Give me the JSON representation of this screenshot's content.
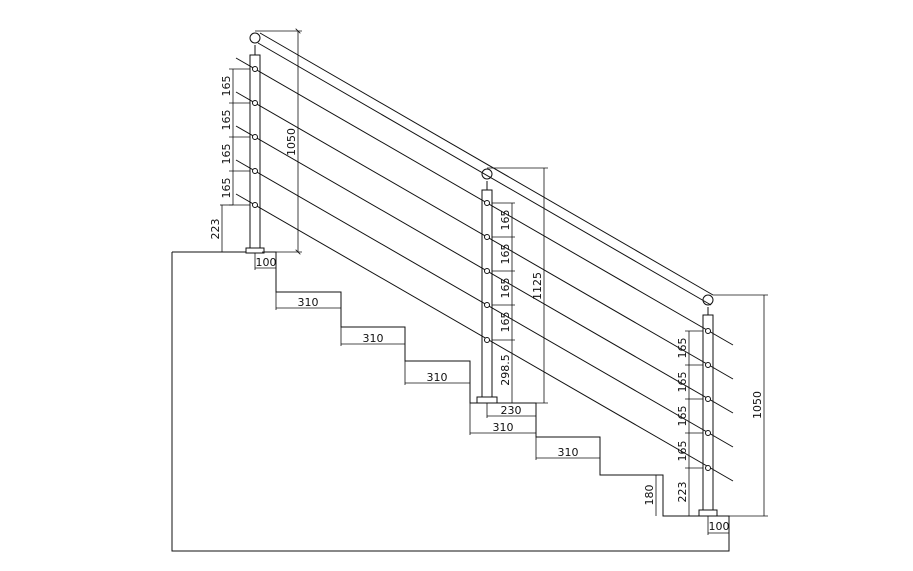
{
  "drawing": {
    "line_color": "#111111",
    "background": "#ffffff",
    "labels": {
      "post_left_height": "1050",
      "post_mid_height": "1125",
      "post_right_height": "1050",
      "cable_spacing": "165",
      "bottom_cable_left": "223",
      "bottom_cable_right": "223",
      "bottom_cable_mid": "298.5",
      "base_width_left": "100",
      "base_width_right": "100",
      "tread": "310",
      "landing_offset": "230",
      "riser": "180"
    }
  }
}
